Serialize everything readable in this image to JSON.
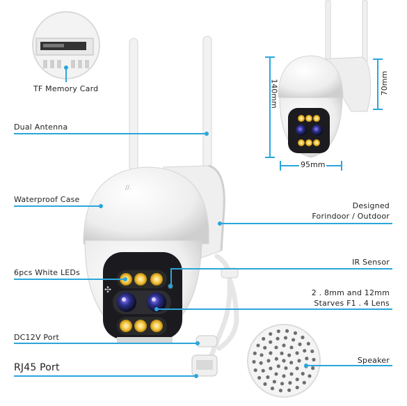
{
  "labels": {
    "tf_card": "TF Memory Card",
    "dual_antenna": "Dual Antenna",
    "waterproof_case": "Waterproof Case",
    "designed_line1": "Designed",
    "designed_line2": "Forindoor / Outdoor",
    "ir_sensor": "IR Sensor",
    "white_leds": "6pcs White LEDs",
    "lens_line1": "2 . 8mm and 12mm",
    "lens_line2": "Starves F1 . 4 Lens",
    "dc_port": "DC12V Port",
    "rj45_port": "RJ45 Port",
    "speaker": "Speaker"
  },
  "dimensions": {
    "height": "140mm",
    "depth": "70mm",
    "width": "95mm"
  },
  "colors": {
    "accent": "#2aa6db",
    "led": "#f5c542",
    "lens": "#2b2f8a",
    "body": "#f4f4f4"
  }
}
